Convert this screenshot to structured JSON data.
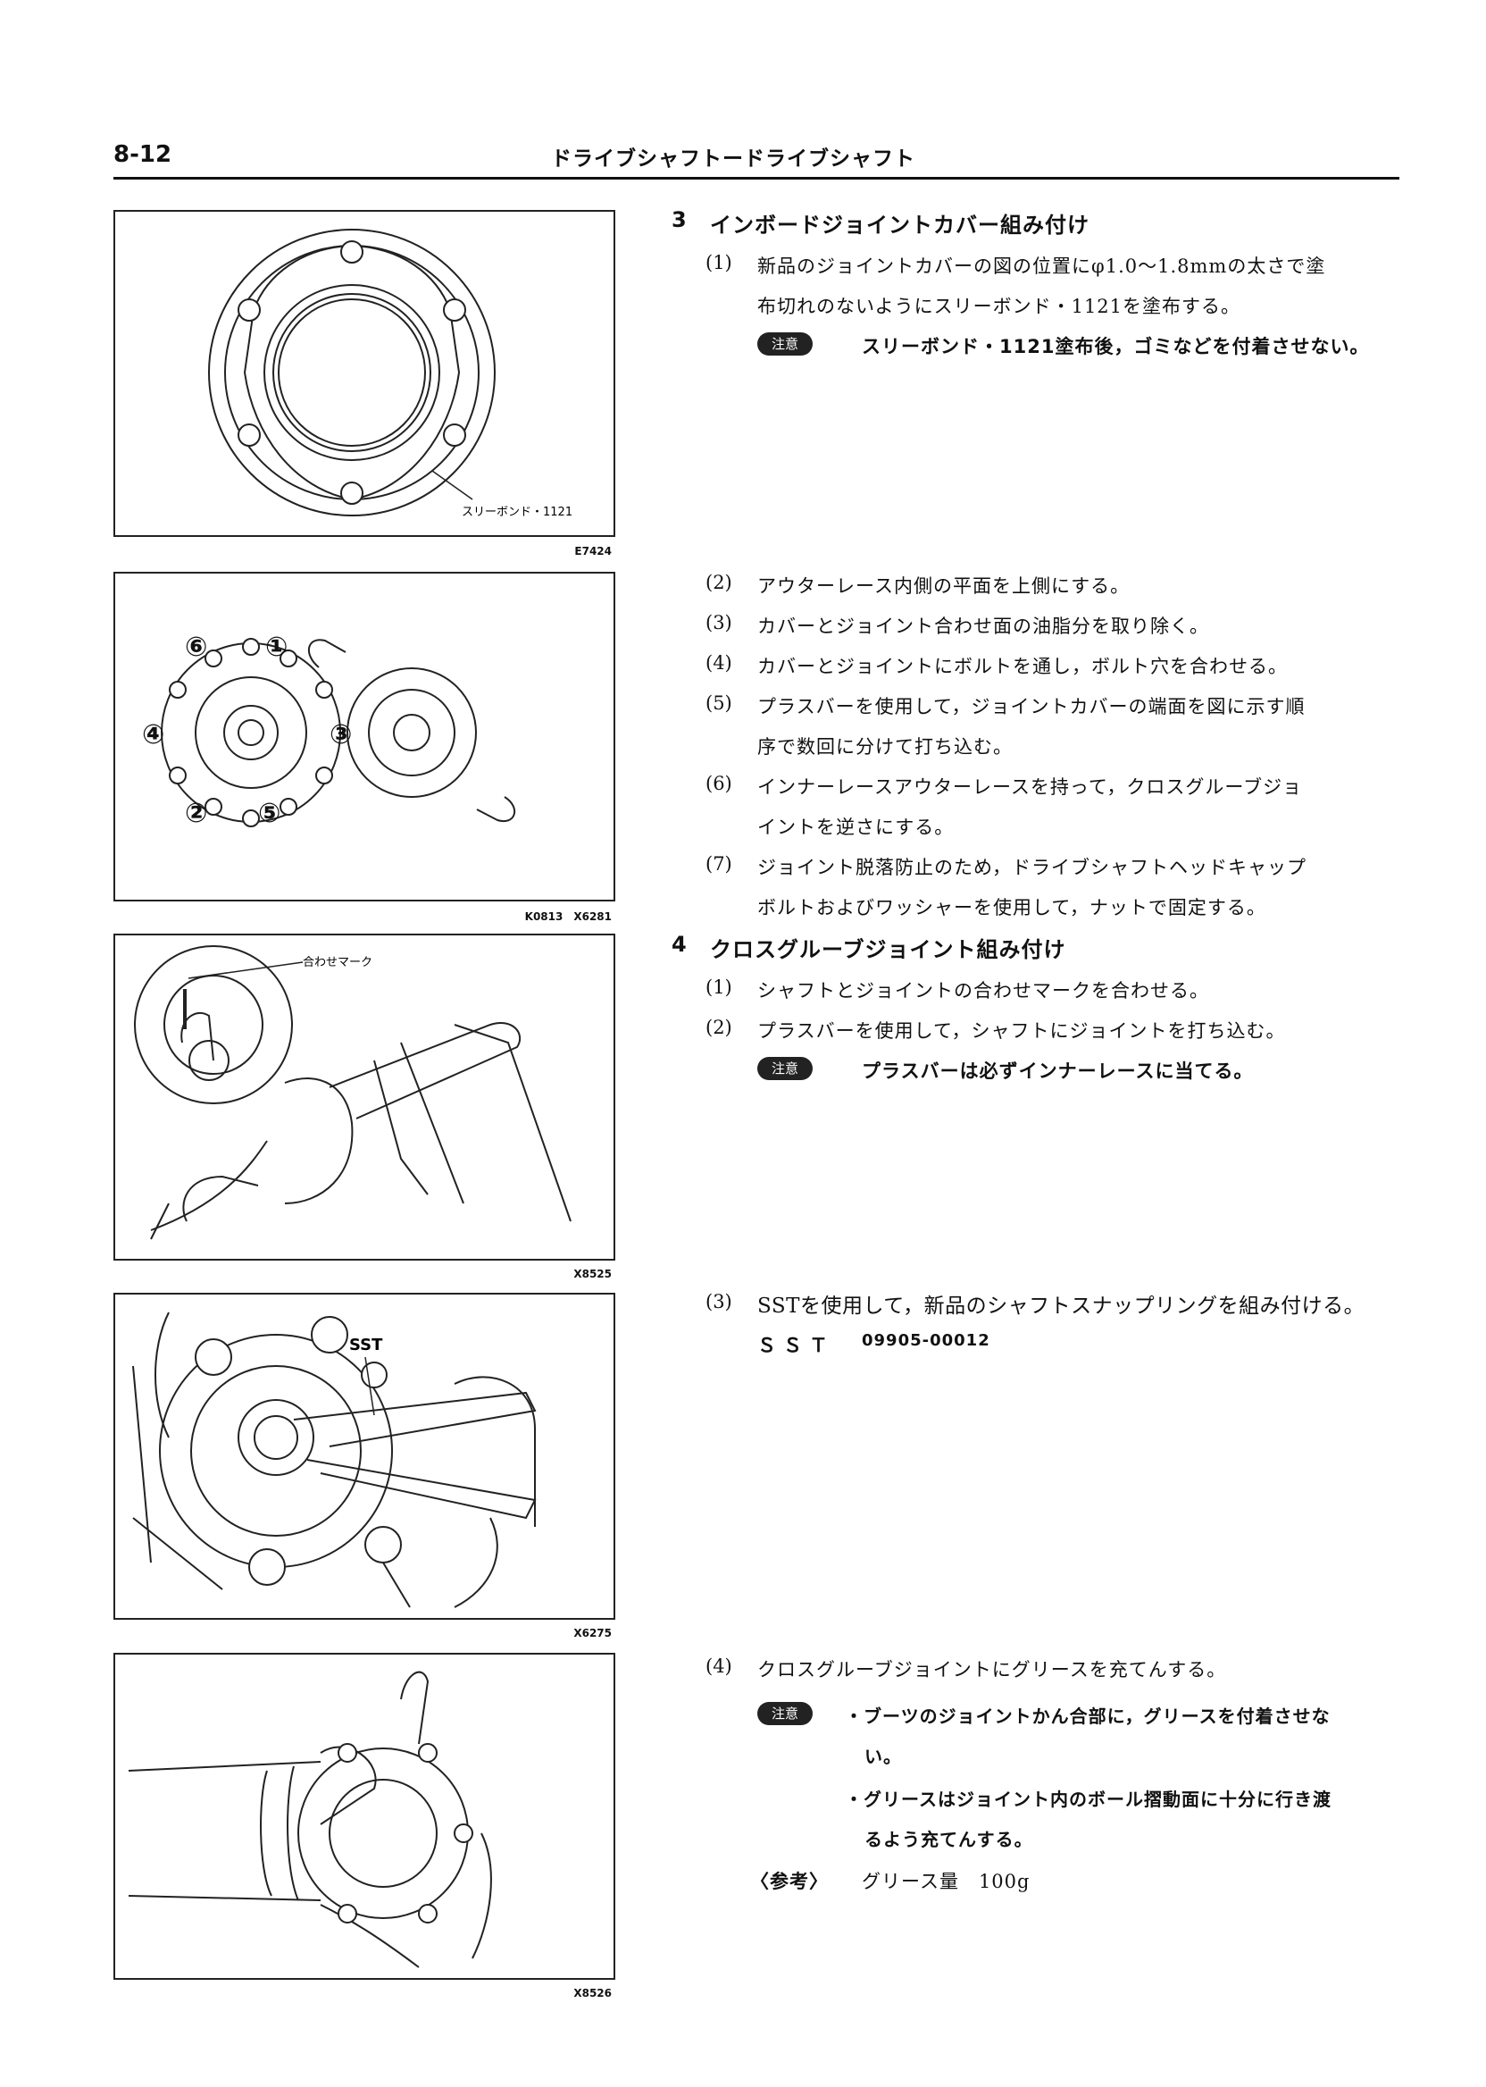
{
  "header": {
    "page_number": "8-12",
    "title": "ドライブシャフトードライブシャフト"
  },
  "figures": [
    {
      "code": "E7424",
      "label": "スリーボンド・1121"
    },
    {
      "code": "K0813　X6281",
      "numbers": [
        "①",
        "②",
        "③",
        "④",
        "⑤",
        "⑥"
      ]
    },
    {
      "code": "X8525",
      "label": "合わせマーク"
    },
    {
      "code": "X6275",
      "label": "SST"
    },
    {
      "code": "X8526"
    }
  ],
  "sec3": {
    "num": "3",
    "title": "インボードジョイントカバー組み付け",
    "s1": {
      "num": "(1)",
      "line1": "新品のジョイントカバーの図の位置にφ1.0〜1.8mmの太さで塗",
      "line2": "布切れのないようにスリーボンド・1121を塗布する。"
    },
    "caution1": {
      "badge": "注意",
      "text": "スリーボンド・1121塗布後，ゴミなどを付着させない。"
    },
    "s2": {
      "num": "(2)",
      "text": "アウターレース内側の平面を上側にする。"
    },
    "s3": {
      "num": "(3)",
      "text": "カバーとジョイント合わせ面の油脂分を取り除く。"
    },
    "s4": {
      "num": "(4)",
      "text": "カバーとジョイントにボルトを通し，ボルト穴を合わせる。"
    },
    "s5": {
      "num": "(5)",
      "line1": "プラスバーを使用して，ジョイントカバーの端面を図に示す順",
      "line2": "序で数回に分けて打ち込む。"
    },
    "s6": {
      "num": "(6)",
      "line1": "インナーレースアウターレースを持って，クロスグルーブジョ",
      "line2": "イントを逆さにする。"
    },
    "s7": {
      "num": "(7)",
      "line1": "ジョイント脱落防止のため，ドライブシャフトヘッドキャップ",
      "line2": "ボルトおよびワッシャーを使用して，ナットで固定する。"
    }
  },
  "sec4": {
    "num": "4",
    "title": "クロスグルーブジョイント組み付け",
    "s1": {
      "num": "(1)",
      "text": "シャフトとジョイントの合わせマークを合わせる。"
    },
    "s2": {
      "num": "(2)",
      "text": "プラスバーを使用して，シャフトにジョイントを打ち込む。"
    },
    "caution2": {
      "badge": "注意",
      "text": "プラスバーは必ずインナーレースに当てる。"
    },
    "s3": {
      "num": "(3)",
      "text": "SSTを使用して，新品のシャフトスナップリングを組み付ける。"
    },
    "sst": {
      "label": "ＳＳＴ",
      "value": "09905-00012"
    },
    "s4": {
      "num": "(4)",
      "text": "クロスグルーブジョイントにグリースを充てんする。"
    },
    "caution3": {
      "badge": "注意",
      "b1_line1": "・ブーツのジョイントかん合部に，グリースを付着させな",
      "b1_line2": "い。",
      "b2_line1": "・グリースはジョイント内のボール摺動面に十分に行き渡",
      "b2_line2": "るよう充てんする。"
    },
    "ref": {
      "label": "〈参考〉",
      "text": "グリース量　100g"
    }
  }
}
